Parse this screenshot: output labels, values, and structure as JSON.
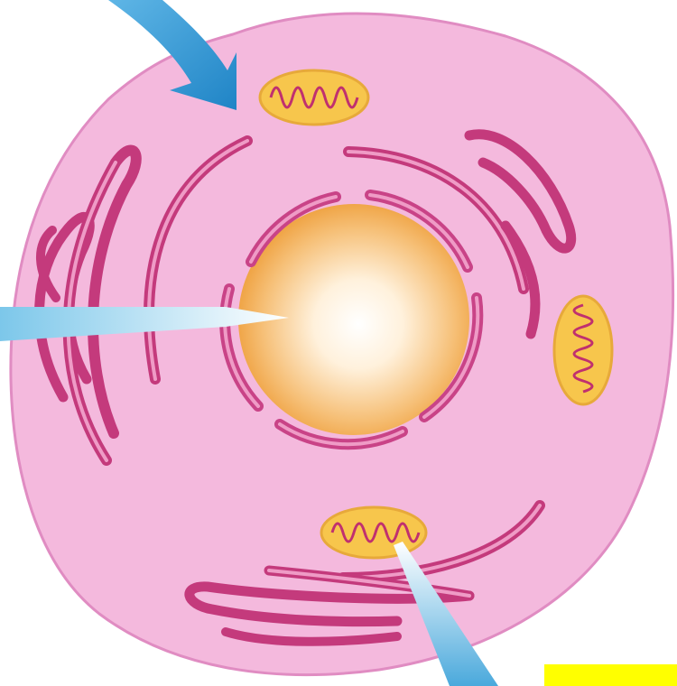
{
  "diagram": {
    "colors": {
      "cytoplasm": "#f3b7dc",
      "cytoplasm_edge": "#e291c4",
      "er": "#c43a7c",
      "er_highlight": "#ef9bc6",
      "nucleus_core": "#ffffff",
      "nucleus_outer": "#f0a63f",
      "nuclear_envelope": "#c94387",
      "mitochondrion_fill": "#f6c44a",
      "mitochondrion_edge": "#c0306f",
      "arrow_dark": "#2b8fcf",
      "arrow_light": "#9fd6ef",
      "label_background": "#ffff00"
    },
    "structures": {
      "cell": "cell-membrane",
      "nucleus": "nucleus",
      "envelope": "nuclear-envelope",
      "er": "endoplasmic-reticulum",
      "mito": "mitochondrion"
    },
    "label": {
      "text": ""
    }
  }
}
